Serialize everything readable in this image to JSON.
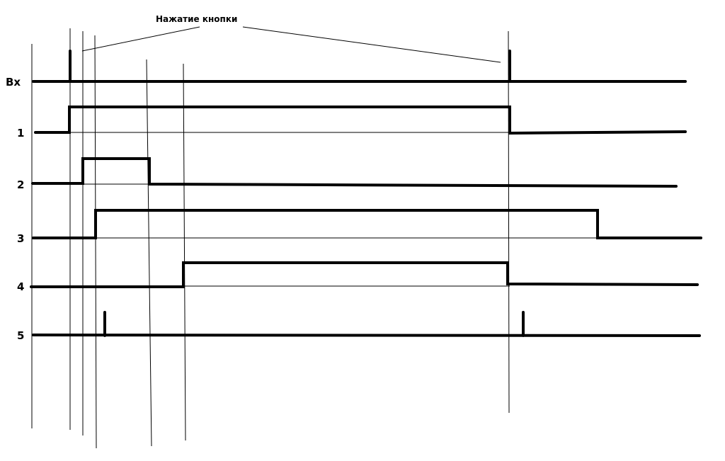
{
  "annotation": {
    "text": "Нажатие кнопки"
  },
  "signals": [
    {
      "id": "vx",
      "label": "Вх"
    },
    {
      "id": "s1",
      "label": "1"
    },
    {
      "id": "s2",
      "label": "2"
    },
    {
      "id": "s3",
      "label": "3"
    },
    {
      "id": "s4",
      "label": "4"
    },
    {
      "id": "s5",
      "label": "5"
    }
  ]
}
